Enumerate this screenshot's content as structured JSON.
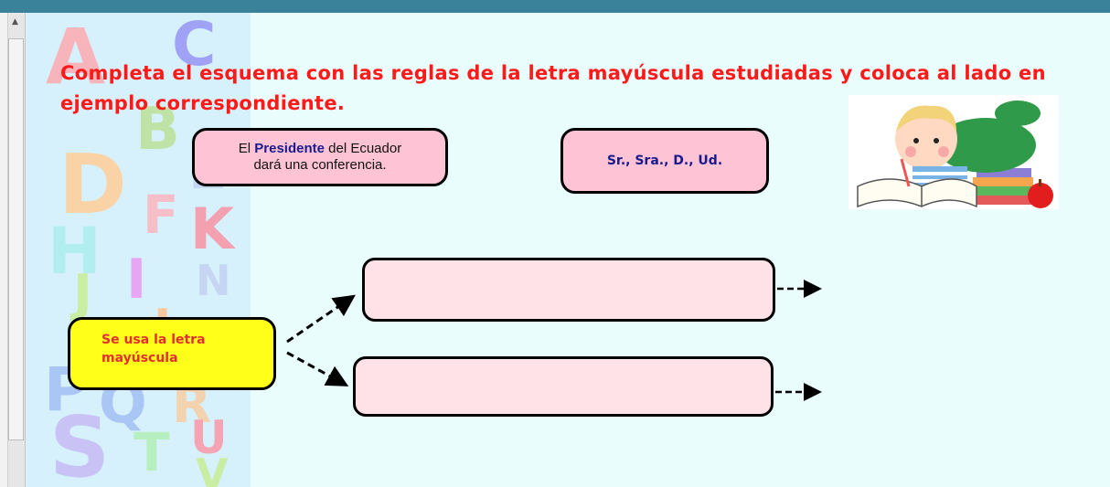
{
  "title": "Completa el esquema con las reglas de la letra mayúscula estudiadas y coloca al lado en ejemplo correspondiente.",
  "example_box": {
    "before": "El ",
    "bold": "Presidente",
    "after": " del Ecuador",
    "line2": "dará una conferencia."
  },
  "abbrev_box": "Sr., Sra., D., Ud.",
  "source_box": {
    "line1": "Se usa la letra",
    "line2": "mayúscula"
  },
  "answer_boxes": [
    "",
    ""
  ],
  "decor_letters": [
    "A",
    "C",
    "B",
    "D",
    "E",
    "F",
    "K",
    "H",
    "I",
    "N",
    "J",
    "L",
    "P",
    "Q",
    "R",
    "S",
    "T",
    "U",
    "V"
  ],
  "illustration": "child-reading-books-illustration"
}
